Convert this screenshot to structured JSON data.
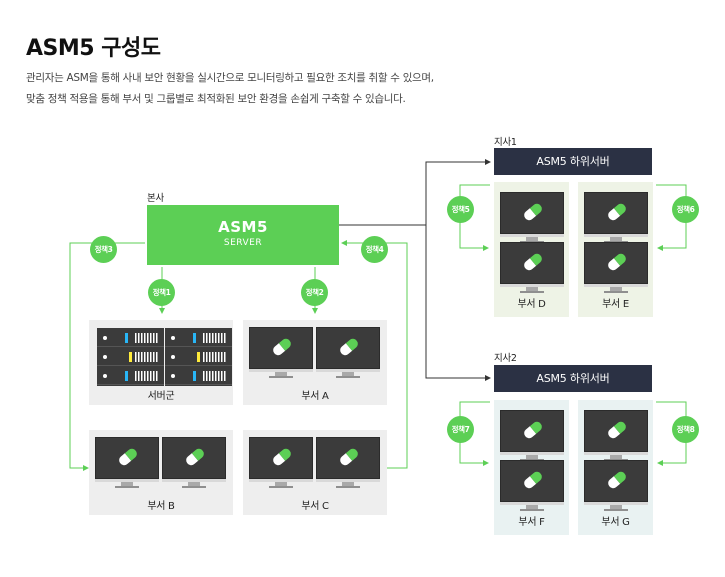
{
  "title": "ASM5 구성도",
  "description": [
    "관리자는 ASM을 통해 사내 보안 현황을 실시간으로 모니터링하고 필요한 조치를 취할 수 있으며,",
    "맞춤 정책 적용을 통해 부서 및 그룹별로 최적화된 보안 환경을 손쉽게 구축할 수 있습니다."
  ],
  "hq": {
    "label": "본사",
    "server_title": "ASM5",
    "server_sub": "SERVER"
  },
  "branch1": {
    "label": "지사1",
    "server": "ASM5 하위서버",
    "dept_left": "부서 D",
    "dept_right": "부서 E"
  },
  "branch2": {
    "label": "지사2",
    "server": "ASM5 하위서버",
    "dept_left": "부서 F",
    "dept_right": "부서 G"
  },
  "hq_groups": {
    "server_group": "서버군",
    "dept_a": "부서 A",
    "dept_b": "부서 B",
    "dept_c": "부서 C"
  },
  "policies": {
    "p1": "정책1",
    "p2": "정책2",
    "p3": "정책3",
    "p4": "정책4",
    "p5": "정책5",
    "p6": "정책6",
    "p7": "정책7",
    "p8": "정책8"
  },
  "colors": {
    "accent_green": "#5ccf55",
    "dark_header": "#2b3144",
    "panel_gray": "#eeeeee",
    "panel_green": "#eef3e6",
    "panel_blue": "#e9f2f2"
  },
  "icons": {
    "computer": "monitor-with-pill-icon",
    "server": "server-rack-icon"
  }
}
